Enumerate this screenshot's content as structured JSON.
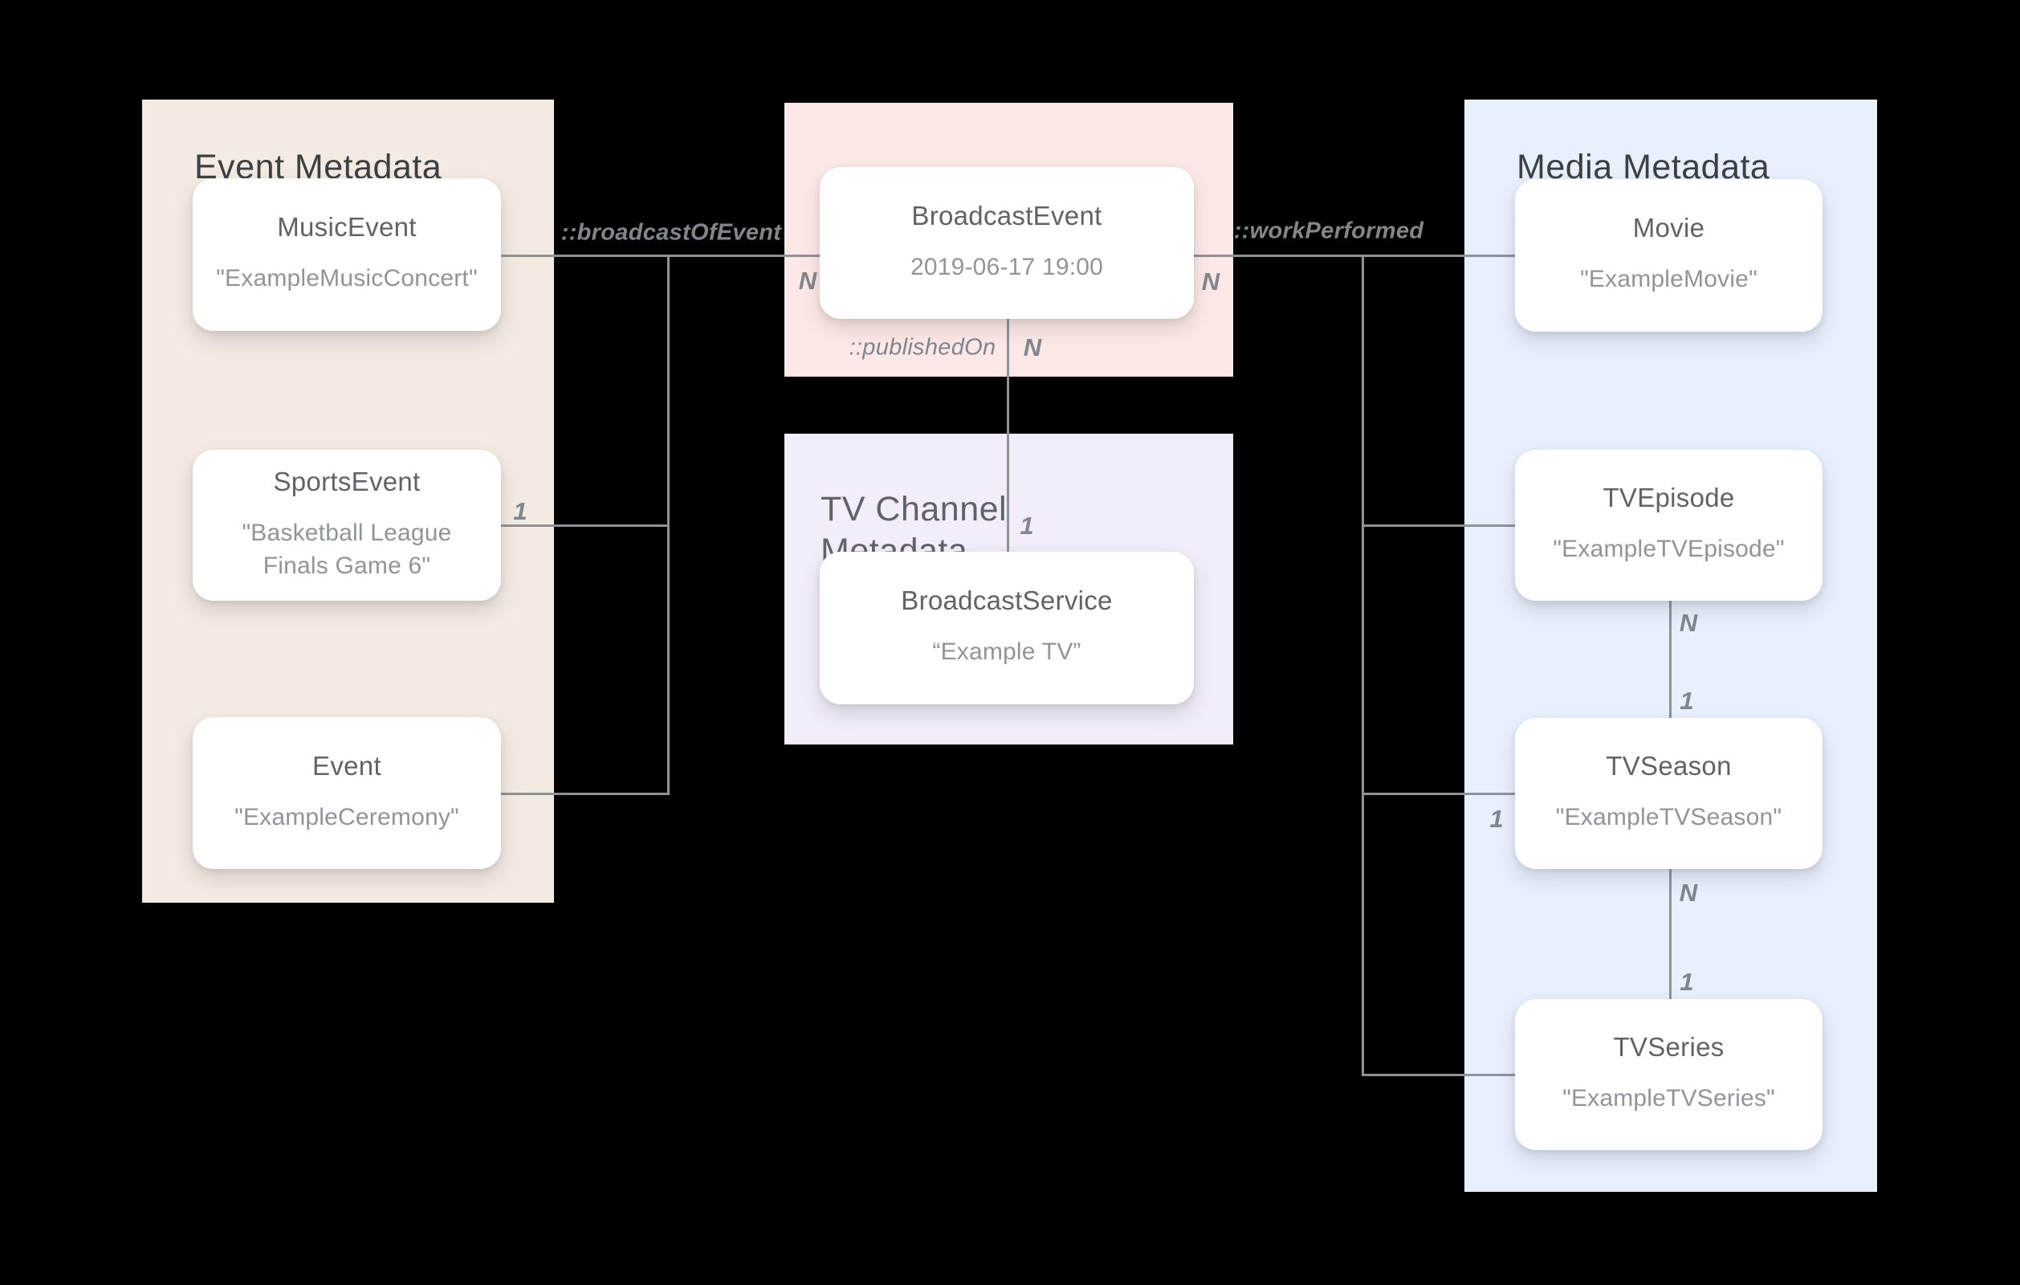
{
  "panels": {
    "event": {
      "title": "Event Metadata"
    },
    "tv_channel": {
      "title": "TV Channel Metadata"
    },
    "media": {
      "title": "Media Metadata"
    }
  },
  "nodes": {
    "music_event": {
      "title": "MusicEvent",
      "value": "\"ExampleMusicConcert\""
    },
    "sports_event": {
      "title": "SportsEvent",
      "value": "\"Basketball League Finals Game 6\""
    },
    "event": {
      "title": "Event",
      "value": "\"ExampleCeremony\""
    },
    "broadcast_event": {
      "title": "BroadcastEvent",
      "value": "2019-06-17 19:00"
    },
    "broadcast_service": {
      "title": "BroadcastService",
      "value": "“Example TV”"
    },
    "movie": {
      "title": "Movie",
      "value": "\"ExampleMovie\""
    },
    "tv_episode": {
      "title": "TVEpisode",
      "value": "\"ExampleTVEpisode\""
    },
    "tv_season": {
      "title": "TVSeason",
      "value": "\"ExampleTVSeason\""
    },
    "tv_series": {
      "title": "TVSeries",
      "value": "\"ExampleTVSeries\""
    }
  },
  "edge_labels": {
    "broadcast_of_event": "::broadcastOfEvent",
    "work_performed": "::workPerformed",
    "published_on": "::publishedOn"
  },
  "cardinalities": {
    "broadcast_event_left": "N",
    "broadcast_event_right": "N",
    "published_on_source": "N",
    "broadcast_service_target": "1",
    "sports_event": "1",
    "tv_season_left": "1",
    "tv_episode_bottom": "N",
    "tv_season_top": "1",
    "tv_season_bottom": "N",
    "tv_series_top": "1"
  },
  "colors": {
    "background": "#000000",
    "panel_event": "#f3eae2",
    "panel_broadcast": "#fce8e6",
    "panel_tv": "#f3ecf9",
    "panel_media": "#e8effd",
    "node_bg": "#ffffff",
    "line": "#8e9398",
    "title_dark": "#3c4043",
    "title_gray": "#5f6368",
    "node_title": "#5f6368",
    "node_value": "#8e959b",
    "label": "#80868b"
  }
}
